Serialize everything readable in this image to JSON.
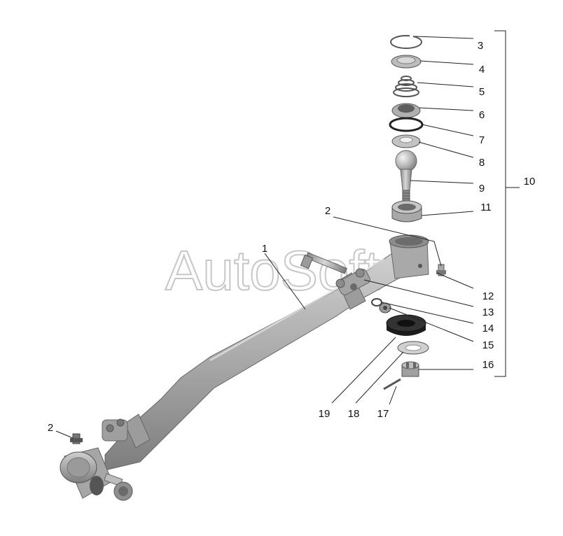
{
  "watermark": "AutoSoft",
  "callouts": {
    "c1": "1",
    "c2_top": "2",
    "c2_left": "2",
    "c3": "3",
    "c4": "4",
    "c5": "5",
    "c6": "6",
    "c7": "7",
    "c8": "8",
    "c9": "9",
    "c10": "10",
    "c11": "11",
    "c12": "12",
    "c13": "13",
    "c14": "14",
    "c15": "15",
    "c16": "16",
    "c17": "17",
    "c18": "18",
    "c19": "19"
  }
}
